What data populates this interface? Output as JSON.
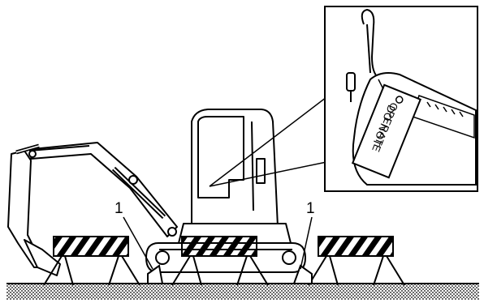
{
  "callouts": {
    "left": "1",
    "right": "1"
  },
  "tag": {
    "line1": "DO NOT",
    "line2": "OPERATE"
  },
  "colors": {
    "ink": "#000000",
    "background": "#ffffff"
  }
}
